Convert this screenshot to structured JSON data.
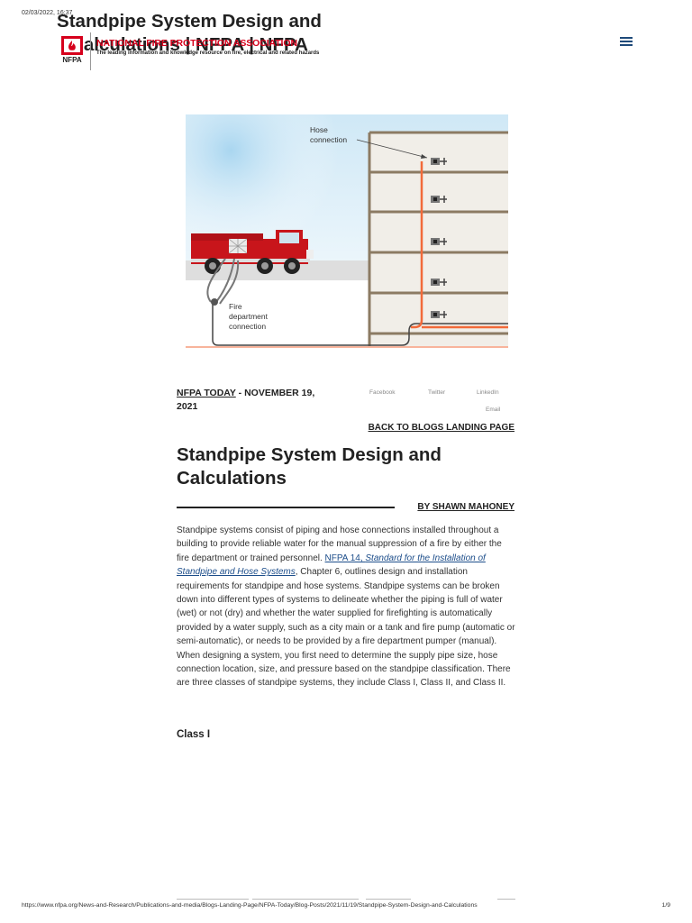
{
  "print_header": {
    "datetime": "02/03/2022, 16:37",
    "title": "Standpipe System Design and Calculations | NFPA | NFPA"
  },
  "header": {
    "logo_text": "NFPA",
    "org_name": "NATIONAL FIRE PROTECTION ASSOCIATION",
    "tagline": "The leading information and knowledge resource on fire, electrical and related hazards",
    "menu_icon": "hamburger-menu-icon"
  },
  "hero": {
    "label_hose": "Hose",
    "label_connection": "connection",
    "label_fire": "Fire",
    "label_department": "department",
    "label_connection2": "connection"
  },
  "meta": {
    "category": "NFPA TODAY",
    "separator": " - ",
    "date": "NOVEMBER 19, 2021"
  },
  "share": {
    "facebook": "Facebook",
    "twitter": "Twitter",
    "linkedin": "LinkedIn",
    "email": "Email"
  },
  "back_link": "BACK TO BLOGS LANDING PAGE",
  "article": {
    "title": "Standpipe System Design and Calculations",
    "author": "BY SHAWN MAHONEY",
    "p1_a": "Standpipe systems consist of piping and hose connections installed throughout a building to provide reliable water for the manual suppression of a fire by either the fire department or trained personnel. ",
    "link_nfpa14": "NFPA 14, ",
    "link_standard": "Standard for the Installation of Standpipe and Hose Systems",
    "p1_b": ", Chapter 6, outlines design and installation requirements for standpipe and hose systems. Standpipe systems can be broken down into different types of systems to delineate whether the piping is full of water (wet) or not (dry) and whether the water supplied for firefighting is automatically provided by a water supply, such as a city main or a tank and fire pump (automatic or semi-automatic), or needs to be provided by a fire department pumper (manual). When designing a system, you first need to determine the supply pipe size, hose connection location, size, and pressure based on the standpipe classification. There are three classes of standpipe systems, they include Class I, Class II, and Class II.",
    "subheading": "Class I"
  },
  "print_footer": {
    "url": "https://www.nfpa.org/News-and-Research/Publications-and-media/Blogs-Landing-Page/NFPA-Today/Blog-Posts/2021/11/19/Standpipe-System-Design-and-Calculations",
    "page": "1/9"
  },
  "colors": {
    "brand_red": "#d6001c",
    "link_blue": "#1c4d8a",
    "menu_blue": "#1e4a7a",
    "pipe_orange": "#f26a3a",
    "wall_tan": "#8c7b63"
  }
}
